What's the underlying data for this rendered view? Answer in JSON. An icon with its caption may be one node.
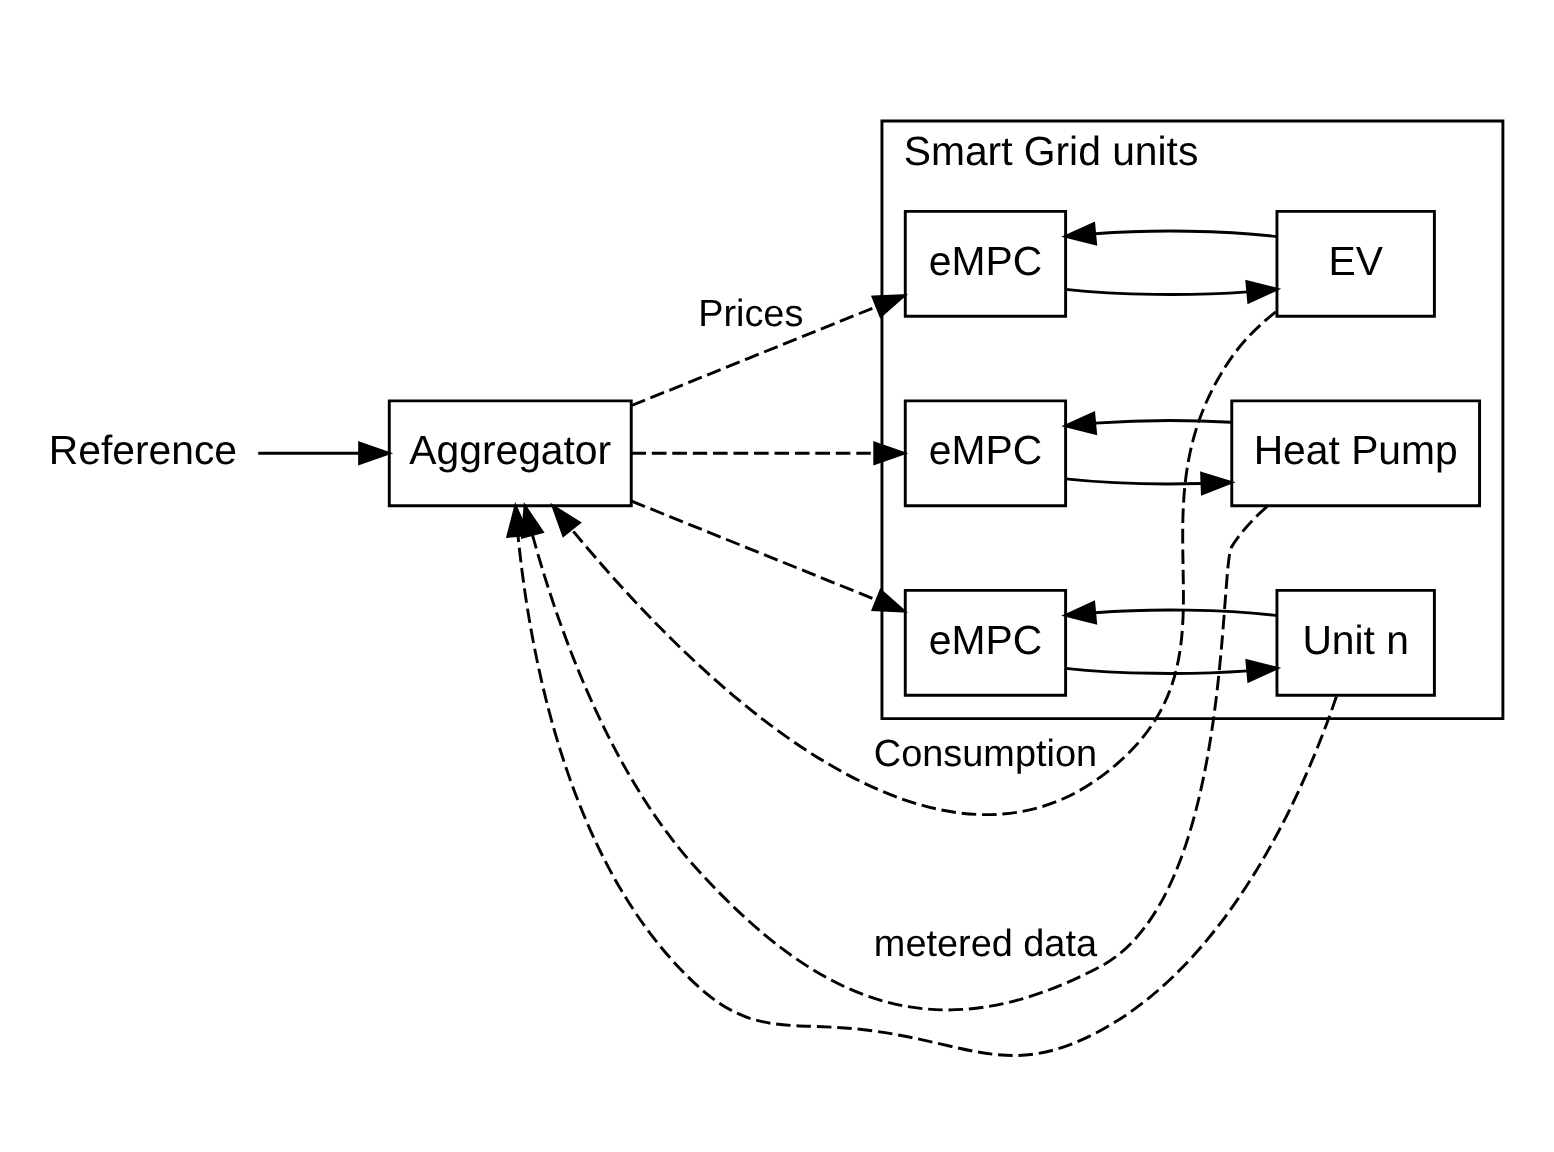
{
  "diagram": {
    "nodes": [
      {
        "text": [
          "Reference"
        ]
      },
      {
        "text": [
          "Aggregator"
        ]
      },
      {
        "text": [
          "Smart Grid units"
        ]
      },
      {
        "text": [
          "eMPC"
        ],
        "in": 2
      },
      {
        "text": [
          "EV"
        ],
        "in": 2
      },
      {
        "text": [
          "eMPC"
        ],
        "in": 2
      },
      {
        "text": [
          "Heat Pump"
        ],
        "in": 2
      },
      {
        "text": [
          "eMPC"
        ],
        "in": 2
      },
      {
        "text": [
          "Unit n"
        ],
        "in": 2
      }
    ],
    "edges": [
      {
        "from": 0,
        "to": 1,
        "arrow": "to"
      },
      {
        "from": 1,
        "to": 3,
        "arrow": "to",
        "style": "dashed",
        "label": "Prices"
      },
      {
        "from": 1,
        "to": 5,
        "arrow": "to",
        "style": "dashed"
      },
      {
        "from": 1,
        "to": 7,
        "arrow": "to",
        "style": "dashed"
      },
      {
        "from": 3,
        "to": 4,
        "arrow": "to"
      },
      {
        "from": 4,
        "to": 3,
        "arrow": "to"
      },
      {
        "from": 5,
        "to": 6,
        "arrow": "to"
      },
      {
        "from": 6,
        "to": 5,
        "arrow": "to"
      },
      {
        "from": 7,
        "to": 8,
        "arrow": "to"
      },
      {
        "from": 8,
        "to": 7,
        "arrow": "to"
      },
      {
        "from": 4,
        "to": 1,
        "arrow": "to",
        "style": "dashed",
        "label": "Consumption"
      },
      {
        "from": 6,
        "to": 1,
        "arrow": "to",
        "style": "dashed",
        "label": "metered data"
      },
      {
        "from": 8,
        "to": 1,
        "arrow": "to",
        "style": "dashed"
      }
    ]
  }
}
